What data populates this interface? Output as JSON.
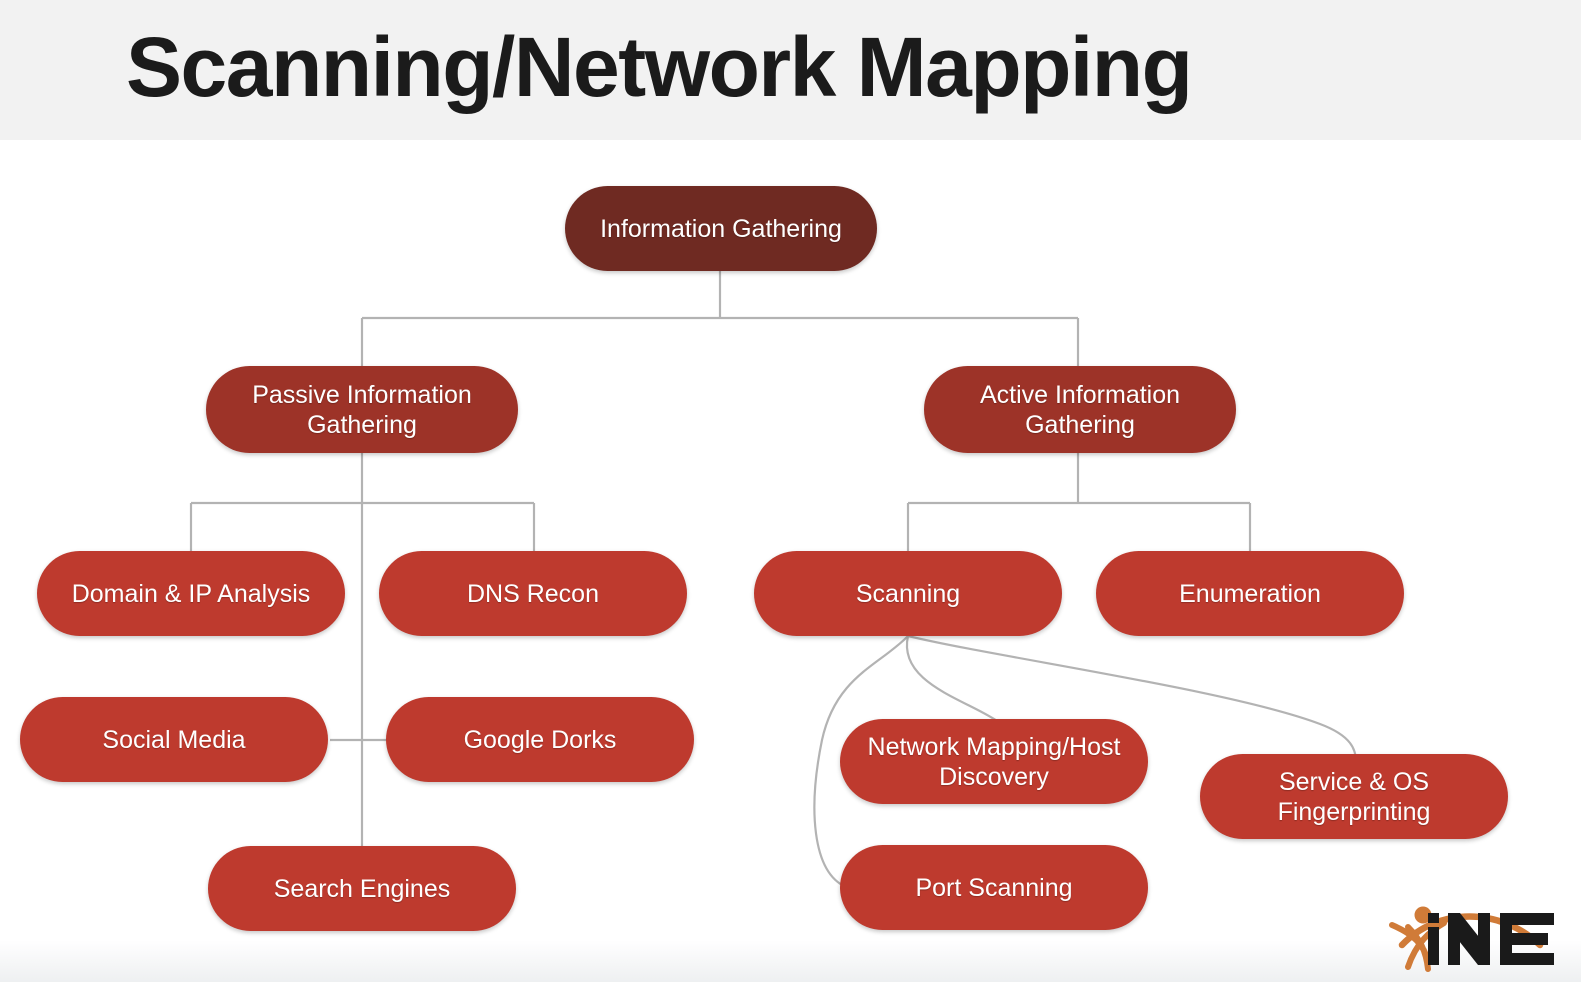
{
  "slide": {
    "title": "Scanning/Network Mapping",
    "header_bg": "#f2f2f2",
    "canvas_bg": "#ffffff",
    "title_color": "#1b1b1b"
  },
  "palette": {
    "root_node": "#6f2a22",
    "level2_node": "#9d3328",
    "level3_node": "#be3a2e",
    "node_text": "#ffffff",
    "connector": "#b3b3b3",
    "logo_orange": "#d07b38",
    "logo_black": "#1a1a1a"
  },
  "diagram": {
    "type": "tree",
    "nodes": [
      {
        "id": "information-gathering",
        "label": "Information Gathering",
        "level": 1
      },
      {
        "id": "passive-information-gathering",
        "label": "Passive Information Gathering",
        "level": 2
      },
      {
        "id": "active-information-gathering",
        "label": "Active Information Gathering",
        "level": 2
      },
      {
        "id": "domain-ip-analysis",
        "label": "Domain & IP Analysis",
        "level": 3
      },
      {
        "id": "dns-recon",
        "label": "DNS Recon",
        "level": 3
      },
      {
        "id": "social-media",
        "label": "Social Media",
        "level": 3
      },
      {
        "id": "google-dorks",
        "label": "Google Dorks",
        "level": 3
      },
      {
        "id": "search-engines",
        "label": "Search Engines",
        "level": 3
      },
      {
        "id": "scanning",
        "label": "Scanning",
        "level": 3
      },
      {
        "id": "enumeration",
        "label": "Enumeration",
        "level": 3
      },
      {
        "id": "network-mapping-host-discovery",
        "label": "Network Mapping/Host Discovery",
        "level": 4
      },
      {
        "id": "port-scanning",
        "label": "Port Scanning",
        "level": 4
      },
      {
        "id": "service-os-fingerprinting",
        "label": "Service & OS Fingerprinting",
        "level": 4
      }
    ],
    "edges": [
      {
        "from": "information-gathering",
        "to": "passive-information-gathering",
        "style": "orthogonal"
      },
      {
        "from": "information-gathering",
        "to": "active-information-gathering",
        "style": "orthogonal"
      },
      {
        "from": "passive-information-gathering",
        "to": "domain-ip-analysis",
        "style": "orthogonal"
      },
      {
        "from": "passive-information-gathering",
        "to": "dns-recon",
        "style": "orthogonal"
      },
      {
        "from": "passive-information-gathering",
        "to": "social-media",
        "style": "orthogonal"
      },
      {
        "from": "passive-information-gathering",
        "to": "google-dorks",
        "style": "orthogonal"
      },
      {
        "from": "passive-information-gathering",
        "to": "search-engines",
        "style": "orthogonal"
      },
      {
        "from": "active-information-gathering",
        "to": "scanning",
        "style": "orthogonal"
      },
      {
        "from": "active-information-gathering",
        "to": "enumeration",
        "style": "orthogonal"
      },
      {
        "from": "scanning",
        "to": "network-mapping-host-discovery",
        "style": "curved"
      },
      {
        "from": "scanning",
        "to": "port-scanning",
        "style": "curved"
      },
      {
        "from": "scanning",
        "to": "service-os-fingerprinting",
        "style": "curved"
      }
    ]
  },
  "logo": {
    "name": "INE",
    "wordmark": "iNE"
  }
}
